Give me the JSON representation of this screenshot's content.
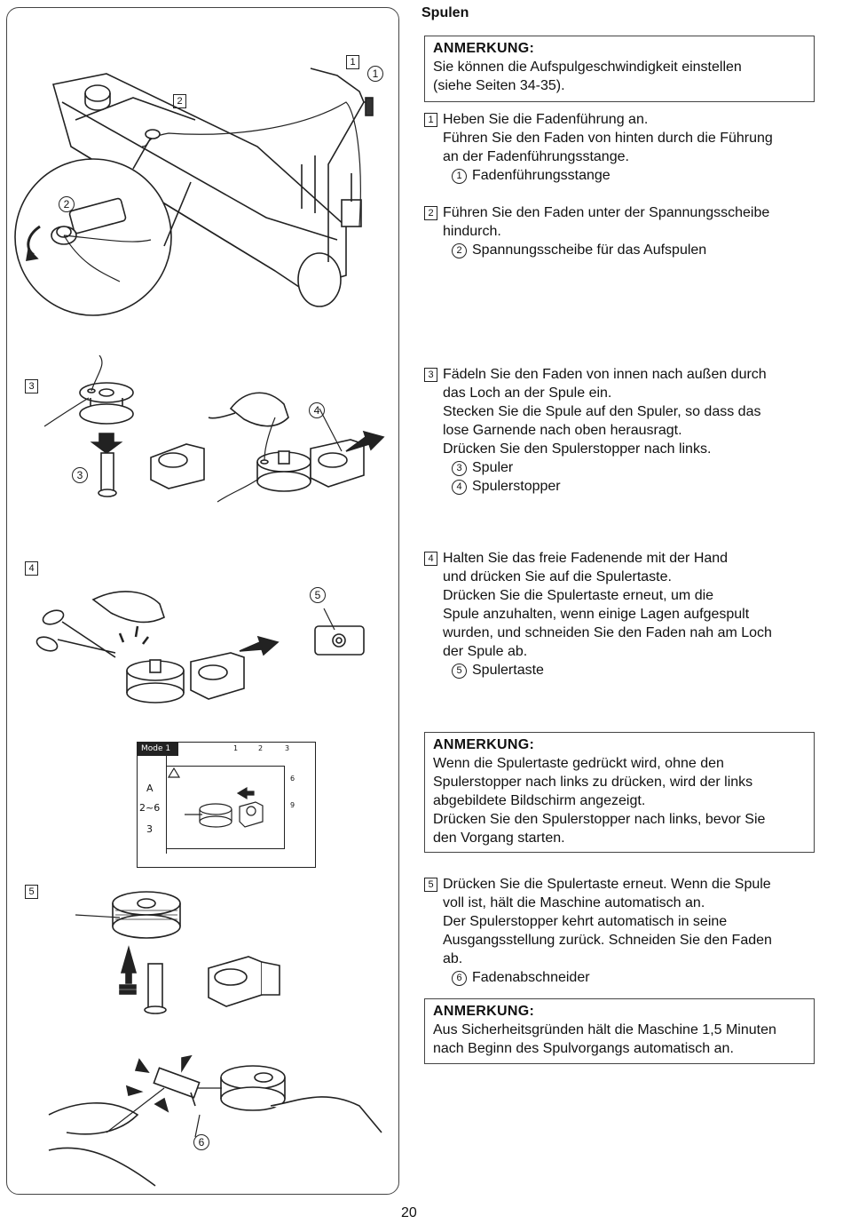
{
  "page": {
    "title": "Spulen",
    "number": "20"
  },
  "notes": {
    "note1": {
      "heading": "ANMERKUNG:",
      "lines": [
        "Sie können die Aufspulgeschwindigkeit einstellen",
        "(siehe Seiten 34-35)."
      ]
    },
    "note2": {
      "heading": "ANMERKUNG:",
      "lines": [
        "Wenn die Spulertaste gedrückt wird, ohne den",
        "Spulerstopper nach links zu drücken, wird der links",
        "abgebildete Bildschirm angezeigt.",
        "Drücken Sie den Spulerstopper nach links, bevor Sie",
        "den Vorgang starten."
      ]
    },
    "note3": {
      "heading": "ANMERKUNG:",
      "lines": [
        "Aus Sicherheitsgründen hält die Maschine 1,5 Minuten",
        "nach Beginn des Spulvorgangs automatisch an."
      ]
    }
  },
  "steps": {
    "s1": {
      "num": "1",
      "lines": [
        "Heben Sie die Fadenführung an.",
        "Führen Sie den Faden von hinten durch die Führung",
        "an der Fadenführungsstange."
      ],
      "subs": [
        {
          "c": "1",
          "t": "Fadenführungsstange"
        }
      ]
    },
    "s2": {
      "num": "2",
      "lines": [
        "Führen Sie den Faden unter der Spannungsscheibe",
        "hindurch."
      ],
      "subs": [
        {
          "c": "2",
          "t": "Spannungsscheibe für das Aufspulen"
        }
      ]
    },
    "s3": {
      "num": "3",
      "lines": [
        "Fädeln Sie den Faden von innen nach außen durch",
        "das Loch an der Spule ein.",
        "Stecken Sie die Spule auf den Spuler, so dass das",
        "lose Garnende nach oben herausragt.",
        "Drücken Sie den Spulerstopper nach links."
      ],
      "subs": [
        {
          "c": "3",
          "t": "Spuler"
        },
        {
          "c": "4",
          "t": "Spulerstopper"
        }
      ]
    },
    "s4": {
      "num": "4",
      "lines": [
        "Halten Sie das freie Fadenende mit der Hand",
        "und drücken Sie auf die Spulertaste.",
        "Drücken Sie die Spulertaste erneut, um die",
        "Spule anzuhalten, wenn einige Lagen aufgespult",
        "wurden, und schneiden Sie den Faden nah am Loch",
        "der Spule ab."
      ],
      "subs": [
        {
          "c": "5",
          "t": "Spulertaste"
        }
      ]
    },
    "s5": {
      "num": "5",
      "lines": [
        "Drücken Sie die Spulertaste erneut. Wenn die Spule",
        "voll ist, hält die Maschine automatisch an.",
        "Der Spulerstopper kehrt automatisch in seine",
        "Ausgangsstellung zurück. Schneiden Sie den Faden",
        "ab."
      ],
      "subs": [
        {
          "c": "6",
          "t": "Fadenabschneider"
        }
      ]
    }
  },
  "figure_labels": {
    "fig1_step": "1",
    "fig1_c1": "1",
    "fig2_step": "2",
    "fig2_c2": "2",
    "fig3_step": "3",
    "fig3_c3": "3",
    "fig3_c4": "4",
    "fig4_step": "4",
    "fig4_c5": "5",
    "fig5_step": "5",
    "fig5_c6": "6"
  },
  "screen": {
    "mode": "Mode 1",
    "side_items": [
      "A",
      "2~6",
      "3"
    ],
    "top_nums": [
      "1",
      "2",
      "3"
    ],
    "right_nums": [
      "6",
      "9"
    ]
  }
}
